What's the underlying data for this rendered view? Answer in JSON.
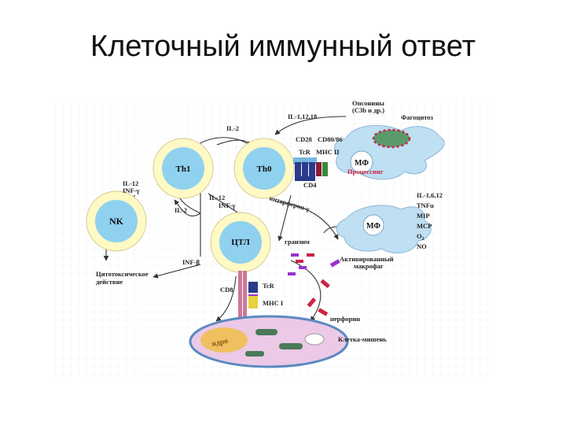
{
  "slide": {
    "title": "Клеточный иммунный ответ"
  },
  "diagram": {
    "cells": {
      "th1": "Th1",
      "th0": "Th0",
      "nk": "NK",
      "ctl": "ЦТЛ",
      "mf_top": "МФ",
      "mf_bottom": "МФ"
    },
    "labels": {
      "opsonins_1": "Опсонины",
      "opsonins_2": "(С3b и др.)",
      "phagocytosis": "Фагоцитоз",
      "il_1_12_18": "IL-1,12,18",
      "il_2_top": "IL-2",
      "cd28": "CD28",
      "cd80_86": "CD80/86",
      "tcr_top": "TcR",
      "mhc_ii": "МНС II",
      "processing": "Процессинг",
      "cd4": "CD4",
      "il_12_left_1": "IL-12",
      "il_12_left_2": "INF-γ",
      "il_2_mid": "IL-2",
      "il_12_mid_1": "IL-12",
      "il_12_mid_2": "INF-γ",
      "interferon": "интерферон-γ",
      "il_1_6_12": "IL-1,6,12",
      "tnf": "TNFα",
      "mip": "MIP",
      "mcp": "MCP",
      "o2": "O",
      "no": "NO",
      "granzyme": "гранзим",
      "activated_1": "Активированный",
      "activated_2": "макрофаг",
      "inf_b": "INF-β",
      "cytotoxic_1": "Цитотоксическое",
      "cytotoxic_2": "действие",
      "cd8": "CD8",
      "tcr_bottom": "TcR",
      "mhc_i": "МНС I",
      "perforin": "перфорин",
      "target_cell": "Клетка-мишень",
      "nucleus": "ядро"
    },
    "colors": {
      "cell_outer": "#fff9c4",
      "cell_inner": "#8fd1ef",
      "macrophage": "#bfdff2",
      "target": "#ecc9e6",
      "arrow": "#333333",
      "accent_red": "#cc2244",
      "accent_purple": "#9933cc",
      "background_grid": "#eef2f6"
    }
  }
}
